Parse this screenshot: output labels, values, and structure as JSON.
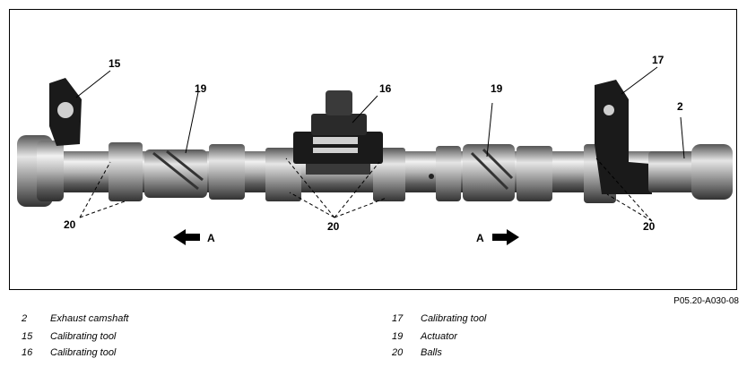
{
  "figure": {
    "code": "P05.20-A030-08",
    "callouts": [
      "15",
      "19",
      "16",
      "19",
      "17",
      "2",
      "20",
      "20",
      "20"
    ],
    "direction_labels": [
      "A",
      "A"
    ],
    "colors": {
      "steel_light": "#e8e8e8",
      "steel_mid": "#a8a8a8",
      "steel_dark": "#4a4a4a",
      "tool_black": "#1a1a1a"
    }
  },
  "legend": {
    "left": [
      {
        "num": "2",
        "label": "Exhaust camshaft"
      },
      {
        "num": "15",
        "label": "Calibrating tool"
      },
      {
        "num": "16",
        "label": "Calibrating tool"
      }
    ],
    "right": [
      {
        "num": "17",
        "label": "Calibrating tool"
      },
      {
        "num": "19",
        "label": "Actuator"
      },
      {
        "num": "20",
        "label": "Balls"
      }
    ]
  }
}
